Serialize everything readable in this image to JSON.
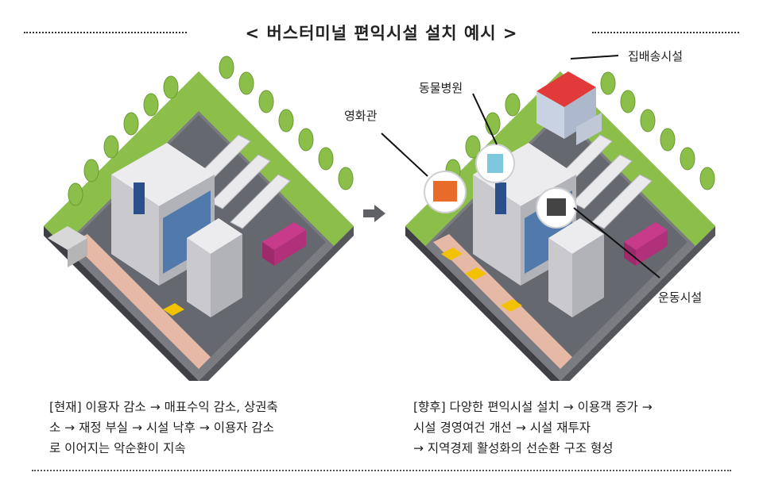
{
  "title": "< 버스터미널 편익시설 설치 예시 >",
  "labels": {
    "parcel": "집배송시설",
    "animal_hospital": "동물병원",
    "cinema": "영화관",
    "sports": "운동시설"
  },
  "captions": {
    "before": [
      "[현재] 이용자 감소 → 매표수익 감소, 상권축",
      "소 → 재정 부실 → 시설 낙후 → 이용자 감소",
      "로 이어지는 악순환이 지속"
    ],
    "after": [
      "[향후] 다양한 편익시설 설치 → 이용객 증가 →",
      "시설 경영여건 개선 → 시설 재투자",
      "→ 지역경제 활성화의 선순환 구조 형성"
    ]
  },
  "colors": {
    "grass": "#8cbf4a",
    "road": "#5d5f66",
    "building": "#d9d9dc",
    "roof": "#e23a3a"
  }
}
